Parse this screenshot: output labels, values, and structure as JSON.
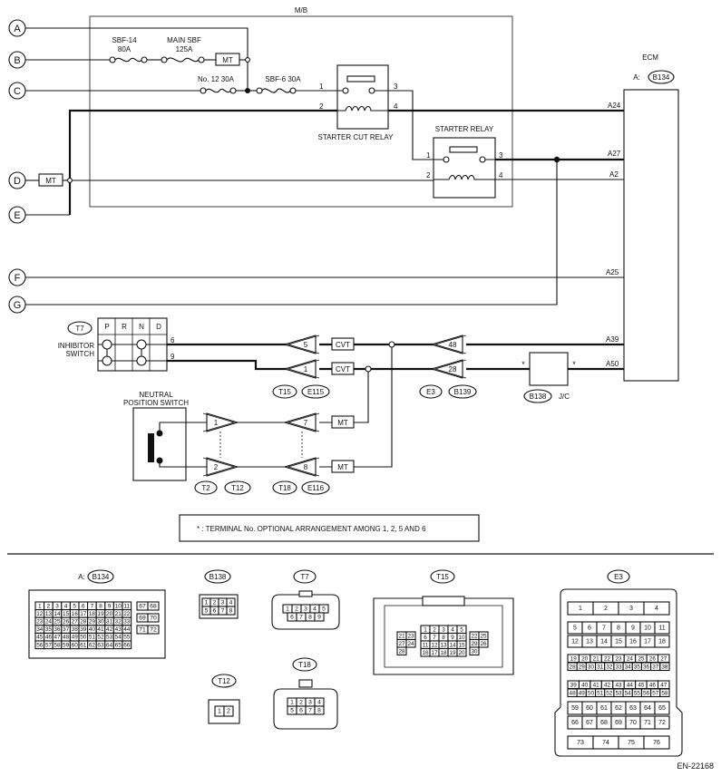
{
  "mb_label": "M/B",
  "ecm": {
    "label": "ECM",
    "prefix": "A:",
    "connector": "B134"
  },
  "inputs": [
    "A",
    "B",
    "C",
    "D",
    "E",
    "F",
    "G"
  ],
  "fuses": {
    "sbf14_name": "SBF-14",
    "sbf14_rating": "80A",
    "main_sbf_name": "MAIN SBF",
    "main_sbf_rating": "125A",
    "mt": "MT",
    "no12": "No. 12  30A",
    "sbf6": "SBF-6  30A"
  },
  "starter_cut_relay": {
    "label": "STARTER CUT RELAY",
    "pins": [
      "1",
      "2",
      "3",
      "4"
    ]
  },
  "starter_relay": {
    "label": "STARTER RELAY",
    "pins": [
      "1",
      "2",
      "3",
      "4"
    ]
  },
  "ecm_pins": [
    "A24",
    "A27",
    "A2",
    "A25",
    "A39",
    "A50"
  ],
  "inhibitor": {
    "label_1": "INHIBITOR",
    "label_2": "SWITCH",
    "connector": "T7",
    "positions": [
      "P",
      "R",
      "N",
      "D"
    ],
    "pins": [
      "6",
      "9"
    ]
  },
  "cvt_label": "CVT",
  "conn_t15": {
    "name": "T15",
    "pins": [
      "5",
      "1"
    ]
  },
  "conn_e115": "E115",
  "conn_e3": {
    "name": "E3",
    "pins": [
      "48",
      "28"
    ]
  },
  "conn_b139": "B139",
  "jc": {
    "name": "B138",
    "suffix": "J/C",
    "star": "*"
  },
  "neutral": {
    "label_1": "NEUTRAL",
    "label_2": "POSITION SWITCH"
  },
  "conn_t2": {
    "name": "T2",
    "pins": [
      "1",
      "2"
    ]
  },
  "conn_t12": "T12",
  "conn_t18": {
    "name": "T18",
    "pins": [
      "7",
      "8"
    ]
  },
  "conn_e116": "E116",
  "note": "*  : TERMINAL No. OPTIONAL ARRANGEMENT AMONG 1, 2, 5 AND 6",
  "views": {
    "b134": {
      "title_prefix": "A:",
      "title": "B134",
      "rows": [
        [
          "1",
          "2",
          "3",
          "4",
          "5",
          "6",
          "7",
          "8",
          "9",
          "10",
          "11"
        ],
        [
          "12",
          "13",
          "14",
          "15",
          "16",
          "17",
          "18",
          "19",
          "20",
          "21",
          "22"
        ],
        [
          "23",
          "24",
          "25",
          "26",
          "27",
          "28",
          "29",
          "30",
          "31",
          "32",
          "33"
        ],
        [
          "34",
          "35",
          "36",
          "37",
          "38",
          "39",
          "40",
          "41",
          "42",
          "43",
          "44"
        ],
        [
          "45",
          "46",
          "47",
          "48",
          "49",
          "50",
          "51",
          "52",
          "53",
          "54",
          "55"
        ],
        [
          "56",
          "57",
          "58",
          "59",
          "60",
          "61",
          "62",
          "63",
          "64",
          "65",
          "66"
        ]
      ],
      "right": [
        "67",
        "68",
        "69",
        "70",
        "71",
        "72"
      ]
    },
    "b138": {
      "title": "B138",
      "rows": [
        [
          "1",
          "2",
          "3",
          "4"
        ],
        [
          "5",
          "6",
          "7",
          "8"
        ]
      ]
    },
    "t7": {
      "title": "T7",
      "rows": [
        [
          "1",
          "2",
          "3",
          "4",
          "5"
        ],
        [
          "6",
          "7",
          "8",
          "9"
        ]
      ]
    },
    "t15": {
      "title": "T15",
      "center": [
        [
          "1",
          "2",
          "3",
          "4",
          "5"
        ],
        [
          "6",
          "7",
          "8",
          "9",
          "10"
        ],
        [
          "11",
          "12",
          "13",
          "14",
          "15"
        ],
        [
          "16",
          "17",
          "18",
          "19",
          "20"
        ]
      ],
      "left": [
        "21",
        "23",
        "27",
        "24",
        "28"
      ],
      "right": [
        "22",
        "25",
        "29",
        "26",
        "30"
      ]
    },
    "e3": {
      "title": "E3",
      "rows": [
        [
          "1",
          "2",
          "3",
          "4"
        ],
        [
          "5",
          "6",
          "7",
          "8",
          "9",
          "10",
          "11"
        ],
        [
          "12",
          "13",
          "14",
          "15",
          "16",
          "17",
          "18"
        ],
        [
          "19",
          "20",
          "21",
          "22",
          "23",
          "24",
          "25",
          "26",
          "27"
        ],
        [
          "28",
          "29",
          "30",
          "31",
          "32",
          "33",
          "34",
          "35",
          "36",
          "37",
          "38"
        ],
        [
          "39",
          "40",
          "41",
          "42",
          "43",
          "44",
          "45",
          "46",
          "47"
        ],
        [
          "48",
          "49",
          "50",
          "51",
          "52",
          "53",
          "54",
          "55",
          "56",
          "57",
          "58"
        ],
        [
          "59",
          "60",
          "61",
          "62",
          "63",
          "64",
          "65"
        ],
        [
          "66",
          "67",
          "68",
          "69",
          "70",
          "71",
          "72"
        ],
        [
          "73",
          "74",
          "75",
          "76"
        ]
      ]
    },
    "t12": {
      "title": "T12",
      "pins": [
        "1",
        "2"
      ]
    },
    "t18": {
      "title": "T18",
      "rows": [
        [
          "1",
          "2",
          "3",
          "4"
        ],
        [
          "5",
          "6",
          "7",
          "8"
        ]
      ]
    }
  },
  "doc_code": "EN-22168"
}
